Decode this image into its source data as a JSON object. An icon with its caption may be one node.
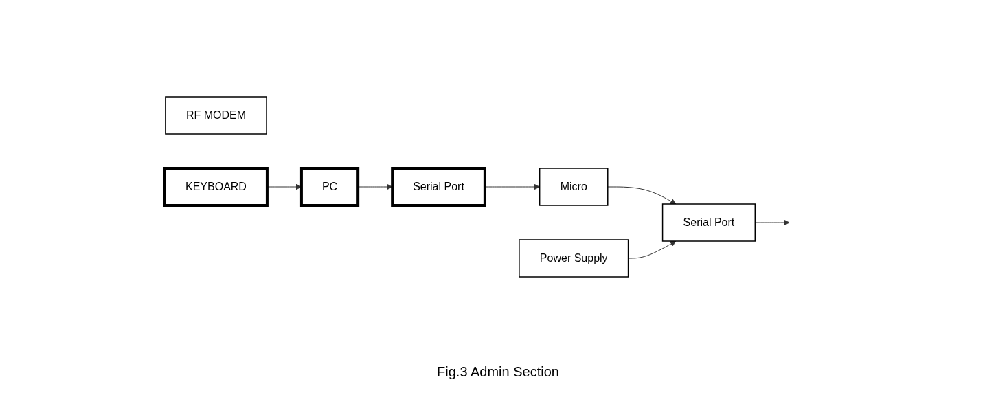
{
  "diagram": {
    "caption": "Fig.3 Admin Section",
    "nodes": [
      {
        "text": [
          "PC"
        ]
      },
      {
        "text": [
          "Serial Port"
        ]
      },
      {
        "text": [
          "Micro"
        ]
      },
      {
        "text": [
          "Power Supply"
        ]
      },
      {
        "text": [
          "Serial Port"
        ]
      },
      {
        "text": [
          "RF MODEM"
        ]
      },
      {
        "text": [
          "KEYBOARD"
        ]
      }
    ],
    "edges": [
      {
        "from": 6,
        "to": 0,
        "arrow": "to"
      },
      {
        "from": 0,
        "to": 1,
        "arrow": "to"
      },
      {
        "from": 1,
        "to": 2,
        "arrow": "to"
      },
      {
        "from": 2,
        "to": 4,
        "arrow": "to"
      },
      {
        "from": 3,
        "to": 4,
        "arrow": "to"
      },
      {
        "from": 4,
        "to": null,
        "arrow": "to"
      }
    ]
  }
}
